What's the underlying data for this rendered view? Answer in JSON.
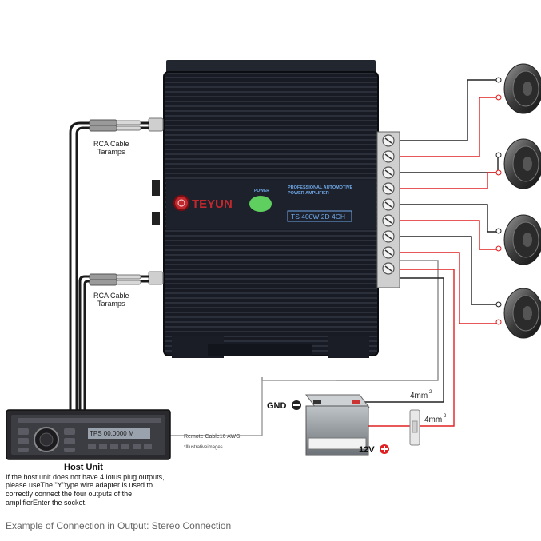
{
  "amplifier": {
    "brand": "TEYUN",
    "power_label": "POWER",
    "title_line1": "PROFESSIONAL AUTOMOTIVE",
    "title_line2": "POWER AMPLIFIER",
    "model": "TS 400W 2D 4CH"
  },
  "rca_top": {
    "line1": "RCA Cable",
    "line2": "Taramps"
  },
  "rca_bottom": {
    "line1": "RCA Cable",
    "line2": "Taramps"
  },
  "host_unit": {
    "title": "Host Unit",
    "display_text": "TPS 00.0000 M",
    "note_lines": [
      "If the host unit does not have 4 lotus plug outputs,",
      "please useThe \"Y\"type wire adapter is used to",
      "correctly connect the four outputs of the",
      "amplifierEnter the socket."
    ]
  },
  "remote_cable": "Remote Cable16 AWG",
  "illustrative": "*Illustrativeimages",
  "battery": {
    "gnd": "GND",
    "v12": "12V"
  },
  "wire_gnd": {
    "size": "4mm",
    "exp": "2"
  },
  "wire_pos": {
    "size": "4mm",
    "exp": "2"
  },
  "caption": "Example of Connection in Output: Stereo Connection",
  "colors": {
    "body": "#14171e",
    "accent_red": "#e02020",
    "power_led": "#5fd05f",
    "model_blue": "#6fa8e8"
  },
  "icons": [
    "speaker-icon",
    "fuse-icon",
    "battery-icon",
    "minus-icon",
    "plus-icon",
    "rca-plug-icon",
    "terminal-screw-icon"
  ]
}
